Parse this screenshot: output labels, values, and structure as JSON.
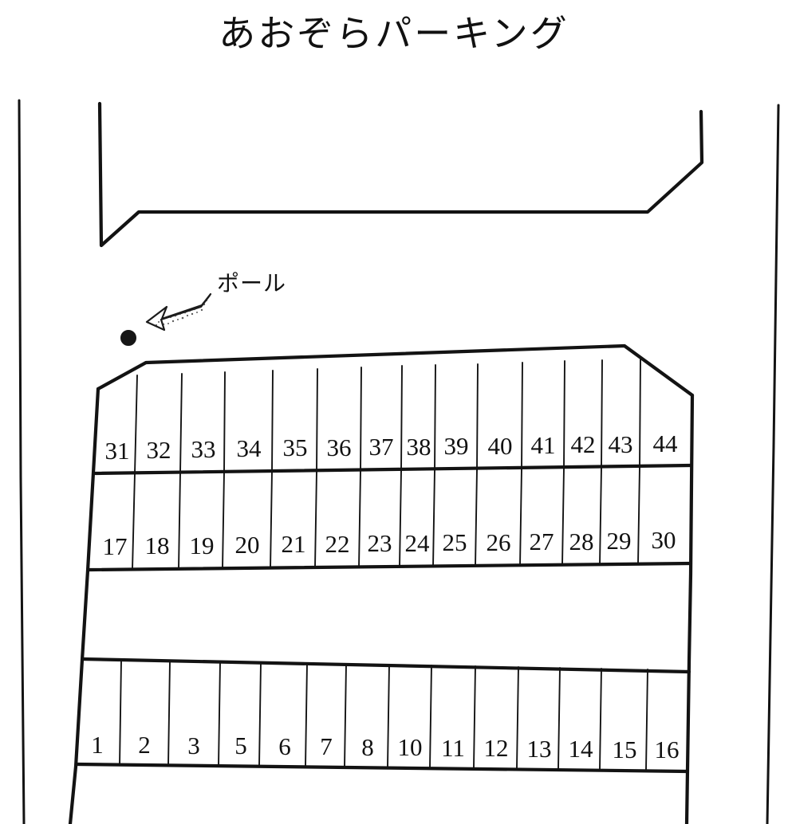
{
  "title": "あおぞらパーキング",
  "annotations": {
    "pole_label": "ポール",
    "pole_marker_name": "pole-dot",
    "arrow_name": "pole-pointer-arrow"
  },
  "site": {
    "name": "parking-lot-plan",
    "boundary_note": "",
    "aisle_note": ""
  },
  "rows": [
    {
      "id": "row-top",
      "stalls": [
        "31",
        "32",
        "33",
        "34",
        "35",
        "36",
        "37",
        "38",
        "39",
        "40",
        "41",
        "42",
        "43",
        "44"
      ]
    },
    {
      "id": "row-middle",
      "stalls": [
        "17",
        "18",
        "19",
        "20",
        "21",
        "22",
        "23",
        "24",
        "25",
        "26",
        "27",
        "28",
        "29",
        "30"
      ]
    },
    {
      "id": "row-bottom",
      "stalls": [
        "1",
        "2",
        "3",
        "5",
        "6",
        "7",
        "8",
        "10",
        "11",
        "12",
        "13",
        "14",
        "15",
        "16"
      ]
    }
  ],
  "colors": {
    "ink": "#131313",
    "paper": "#ffffff"
  }
}
